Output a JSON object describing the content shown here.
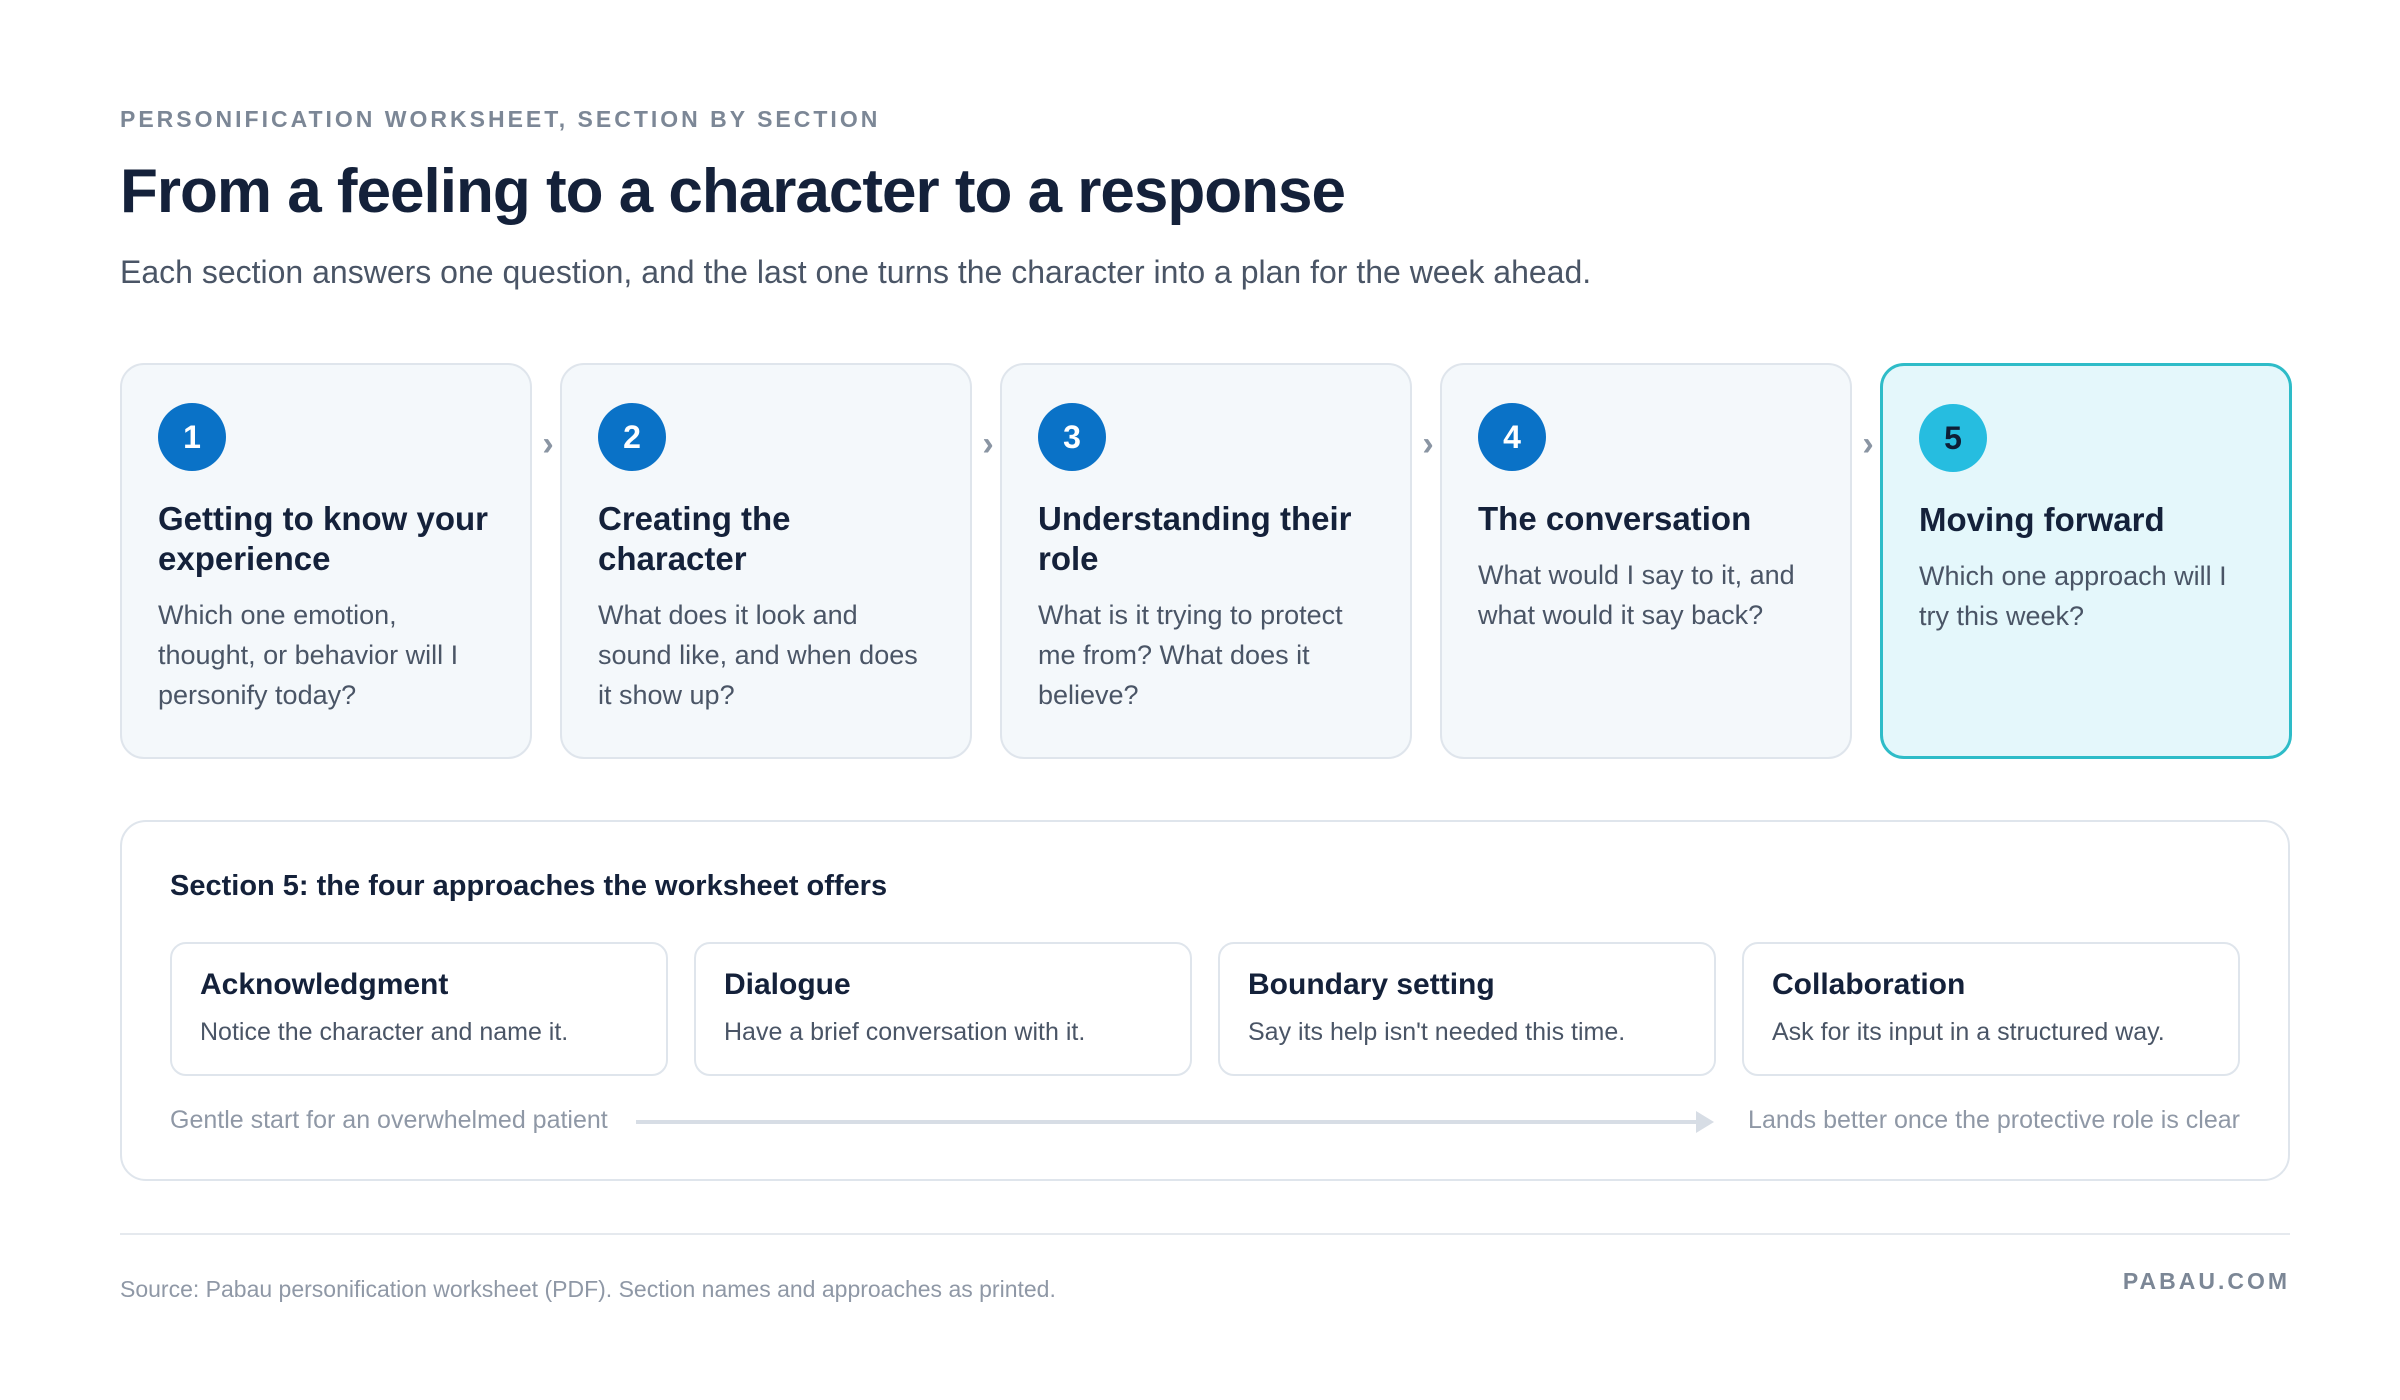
{
  "header": {
    "eyebrow": "PERSONIFICATION WORKSHEET, SECTION BY SECTION",
    "title": "From a feeling to a character to a response",
    "subtitle": "Each section answers one question, and the last one turns the character into a plan for the week ahead."
  },
  "steps": [
    {
      "number": "1",
      "title": "Getting to know your experience",
      "description": "Which one emotion, thought, or behavior will I personify today?"
    },
    {
      "number": "2",
      "title": "Creating the character",
      "description": "What does it look and sound like, and when does it show up?"
    },
    {
      "number": "3",
      "title": "Understanding their role",
      "description": "What is it trying to protect me from? What does it believe?"
    },
    {
      "number": "4",
      "title": "The conversation",
      "description": "What would I say to it, and what would it say back?"
    },
    {
      "number": "5",
      "title": "Moving forward",
      "description": "Which one approach will I try this week?"
    }
  ],
  "step_connector_icon": "chevron-right-icon",
  "approaches_panel": {
    "title": "Section 5: the four approaches the worksheet offers",
    "approaches": [
      {
        "name": "Acknowledgment",
        "description": "Notice the character and name it."
      },
      {
        "name": "Dialogue",
        "description": "Have a brief conversation with it."
      },
      {
        "name": "Boundary setting",
        "description": "Say its help isn't needed this time."
      },
      {
        "name": "Collaboration",
        "description": "Ask for its input in a structured way."
      }
    ],
    "scale_start": "Gentle start for an overwhelmed patient",
    "scale_end": "Lands better once the protective role is clear"
  },
  "footer": {
    "source": "Source: Pabau personification worksheet (PDF). Section names and approaches as printed.",
    "brand": "PABAU.COM"
  },
  "colors": {
    "step_number_bg": "#0a72c7",
    "active_step_number_bg": "#26bde0",
    "active_step_border": "#2ebcc8",
    "active_step_bg": "#e4f7fb",
    "card_bg": "#f4f8fb"
  }
}
